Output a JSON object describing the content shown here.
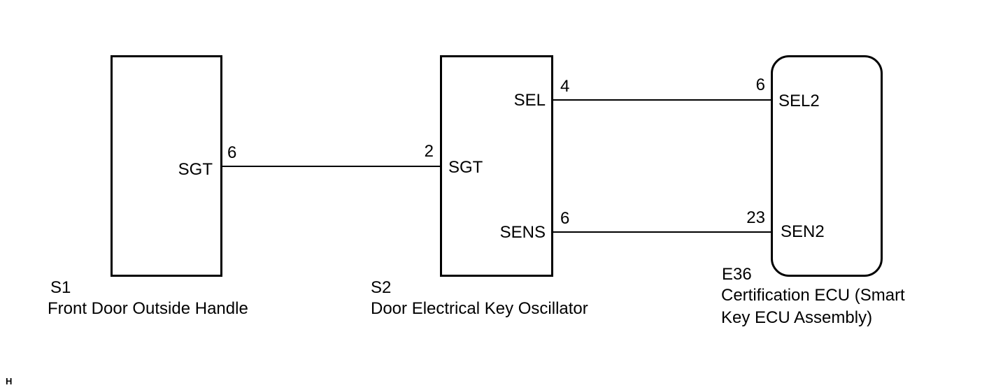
{
  "components": {
    "s1": {
      "code": "S1",
      "name": "Front Door Outside Handle",
      "terminals": {
        "sgt": {
          "signal": "SGT",
          "pin": "6"
        }
      }
    },
    "s2": {
      "code": "S2",
      "name": "Door Electrical Key Oscillator",
      "terminals": {
        "sel": {
          "signal": "SEL",
          "pin": "4"
        },
        "sgt": {
          "signal": "SGT",
          "pin": "2"
        },
        "sens": {
          "signal": "SENS",
          "pin": "6"
        }
      }
    },
    "e36": {
      "code": "E36",
      "name_line1": "Certification ECU (Smart",
      "name_line2": "Key ECU Assembly)",
      "terminals": {
        "sel2": {
          "signal": "SEL2",
          "pin": "6"
        },
        "sen2": {
          "signal": "SEN2",
          "pin": "23"
        }
      }
    }
  },
  "corner_mark": "H"
}
